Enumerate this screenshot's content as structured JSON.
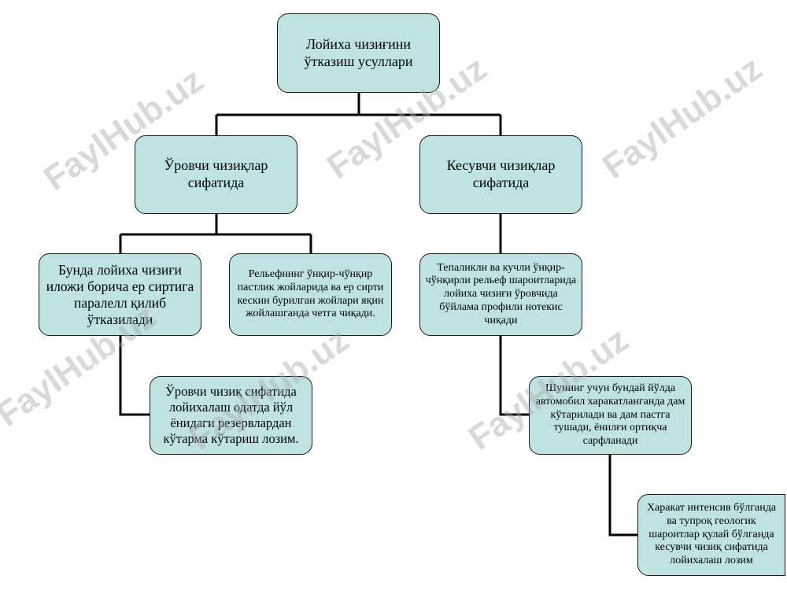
{
  "diagram": {
    "root": {
      "text": "Лойиха чизиғини ўтказиш усуллари"
    },
    "level1": [
      {
        "text": "Ўровчи чизиқлар сифатида"
      },
      {
        "text": "Кесувчи чизиқлар сифатида"
      }
    ],
    "level2": [
      {
        "text": "Бунда лойиха чизиғи иложи борича ер сиртига паралелл қилиб ўтказилади"
      },
      {
        "text": "Рельефнинг ўнқир-чўнқир пастлик жойларида ва ер сирти кескин бурилган жойлари яқин жойлашганда четга чиқади."
      },
      {
        "text": "Тепаликли ва кучли ўнқир-чўнқирли рельеф шароитларида лойиха чизиғи ўровчида бўйлама профили нотекис чиқади"
      }
    ],
    "level3": [
      {
        "text": "Ўровчи чизиқ сифатида лойихалаш одатда йўл ёнидаги резервлардан кўтарма кўтариш лозим."
      },
      {
        "text": "Шунинг учун бундай йўлда автомобил харакатланганда дам кўтарилади ва дам пастга тушади, ёнилғи ортиқча сарфланади"
      }
    ],
    "level4": [
      {
        "text": "Харакат интенсив бўлганда ва тупроқ геологик шароитлар қулай бўлганда кесувчи чизиқ сифатида лойихалаш лозим"
      }
    ]
  },
  "watermark": {
    "text": "FaylHub.uz"
  },
  "colors": {
    "box_fill": "#bfe3e3",
    "box_border": "#1a1a1a",
    "connector": "#000000",
    "watermark": "#aaaaaa"
  }
}
